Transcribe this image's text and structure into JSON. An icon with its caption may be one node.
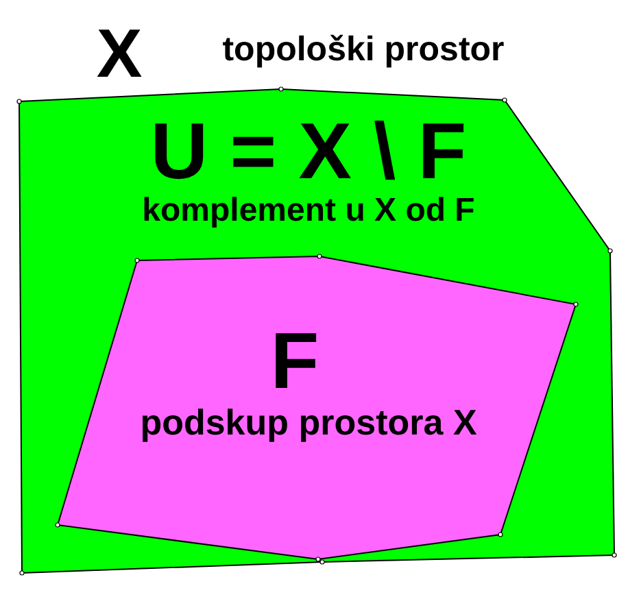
{
  "diagram": {
    "nodes": [
      {
        "text": [
          "X",
          "topološki prostor",
          "U = X \\ F",
          "komplement u X od F"
        ]
      },
      {
        "text": [
          "F",
          "podskup prostora X"
        ],
        "in": 0
      }
    ]
  }
}
